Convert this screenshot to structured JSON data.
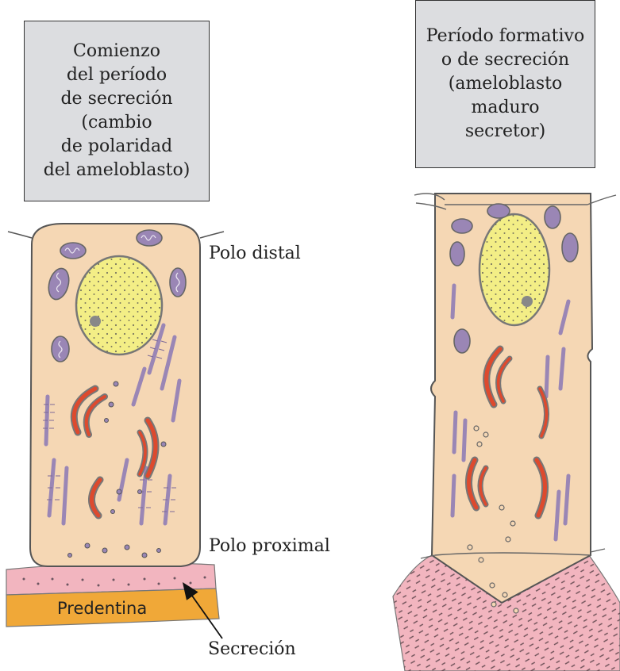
{
  "left_box": {
    "lines": [
      "Comienzo",
      "del período",
      "de secreción",
      "(cambio",
      "de polaridad",
      "del ameloblasto)"
    ]
  },
  "right_box": {
    "lines": [
      "Período formativo",
      "o de secreción",
      "(ameloblasto",
      "maduro",
      "secretor)"
    ]
  },
  "labels": {
    "polo_distal": "Polo distal",
    "polo_proximal": "Polo proximal",
    "predentina": "Predentina",
    "secrecion": "Secreción"
  },
  "colors": {
    "cytoplasm": "#f5d7b4",
    "nucleus": "#f3ee86",
    "mitochondria": "#9a86b5",
    "golgi": "#dd4a2e",
    "predentin": "#f0a838",
    "enamel": "#f2b5bf"
  }
}
